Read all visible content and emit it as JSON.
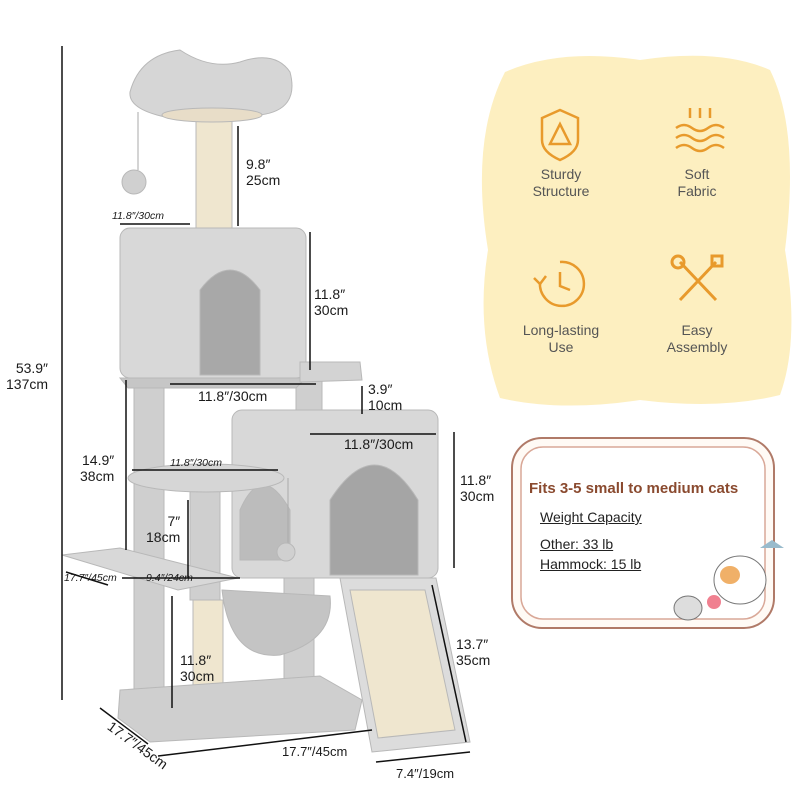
{
  "features": [
    {
      "label": "Sturdy\nStructure",
      "icon": "shield-triangle-icon"
    },
    {
      "label": "Soft\nFabric",
      "icon": "soft-waves-icon"
    },
    {
      "label": "Long-lasting\nUse",
      "icon": "clock-refresh-icon"
    },
    {
      "label": "Easy\nAssembly",
      "icon": "wrench-screwdriver-icon"
    }
  ],
  "capacity": {
    "title": "Fits 3-5 small to medium cats",
    "heading": "Weight Capacity",
    "other": "Other: 33 lb",
    "hammock": "Hammock: 15 lb"
  },
  "dimensions": {
    "total_height": [
      "53.9″",
      "137cm"
    ],
    "top_post": [
      "9.8″",
      "25cm"
    ],
    "top_width": "11.8″/30cm",
    "upper_condo_height": [
      "11.8″",
      "30cm"
    ],
    "upper_condo_width": "11.8″/30cm",
    "step_gap": [
      "3.9″",
      "10cm"
    ],
    "lower_condo_width": "11.8″/30cm",
    "left_height": [
      "14.9″",
      "38cm"
    ],
    "round_platform": "11.8″/30cm",
    "lower_condo_height": [
      "11.8″",
      "30cm"
    ],
    "perch_gap": [
      "7″",
      "18cm"
    ],
    "side_perch_depth": "17.7″/45cm",
    "side_perch_width": "9.4″/24cm",
    "scratch_post": [
      "11.8″",
      "30cm"
    ],
    "ramp_length": [
      "13.7″",
      "35cm"
    ],
    "base_depth": "17.7″/45cm",
    "base_width": "17.7″/45cm",
    "ramp_width": "7.4″/19cm"
  },
  "colors": {
    "panel_bg": "#fdefc0",
    "icon_orange": "#e89a2c",
    "capacity_title": "#8a4a2f",
    "tree_gray": "#cfcfcf",
    "sisal": "#efe6cf"
  }
}
